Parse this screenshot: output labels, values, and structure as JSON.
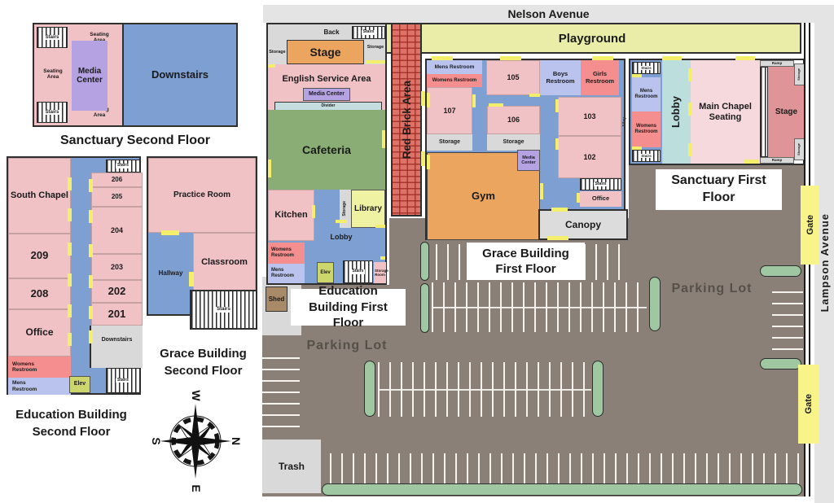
{
  "streets": {
    "nelson": "Nelson Avenue",
    "lampson": "Lampson Avenue"
  },
  "playground": {
    "label": "Playground"
  },
  "gates": {
    "north": "Gate",
    "south": "Gate"
  },
  "parking": {
    "label_west": "Parking Lot",
    "label_east": "Parking Lot",
    "trash": "Trash",
    "shed": "Shed"
  },
  "alley": {
    "label": "Alley"
  },
  "red_brick": {
    "label": "Red Brick Area"
  },
  "compass": {
    "west": "W",
    "north": "N",
    "south": "S",
    "east": "E"
  },
  "sanctuary_second": {
    "title": "Sanctuary Second Floor",
    "stairs_top": "Stairs",
    "stairs_bottom": "Stairs",
    "seating_top": "Seating Area",
    "seating_left": "Seating Area",
    "seating_bottom": "Seating Area",
    "media_center": "Media Center",
    "downstairs": "Downstairs"
  },
  "education_second": {
    "title": "Education Building Second Floor",
    "south_chapel": "South Chapel",
    "room_209": "209",
    "room_208": "208",
    "office": "Office",
    "womens_restroom": "Womens Restroom",
    "mens_restroom": "Mens Restroom",
    "elev": "Elev",
    "stairs_top": "Stairs",
    "room_206": "206",
    "room_205": "205",
    "room_204": "204",
    "room_203": "203",
    "room_202": "202",
    "room_201": "201",
    "downstairs": "Downstairs",
    "stairs_bottom": "Stairs"
  },
  "grace_second": {
    "title": "Grace Building Second Floor",
    "practice_room": "Practice Room",
    "hallway": "Hallway",
    "classroom": "Classroom",
    "stairs": "Stairs"
  },
  "education_first": {
    "title": "Education Building First Floor",
    "back": "Back",
    "stairs_top": "Stairs",
    "storage_left": "Storage",
    "storage_right": "Storage",
    "stage": "Stage",
    "english_service_area": "English Service Area",
    "media_center": "Media Center",
    "divider": "Divider",
    "cafeteria": "Cafeteria",
    "kitchen": "Kitchen",
    "storage_middle": "Storage",
    "library": "Library",
    "lobby": "Lobby",
    "womens_restroom": "Womens Restroom",
    "mens_restroom": "Mens Restroom",
    "elev": "Elev",
    "stairs_bottom": "Stairs",
    "storage_room": "Storage Room"
  },
  "grace_first": {
    "title": "Grace Building First Floor",
    "mens_restroom": "Mens Restroom",
    "womens_restroom": "Womens Restroom",
    "room_105": "105",
    "boys_restroom": "Boys Restroom",
    "girls_restroom": "Girls Restroom",
    "room_107": "107",
    "room_106": "106",
    "storage_left": "Storage",
    "storage_middle": "Storage",
    "room_103": "103",
    "room_102": "102",
    "media_center": "Media Center",
    "gym": "Gym",
    "stairs": "Stairs",
    "office": "Office",
    "canopy": "Canopy"
  },
  "sanctuary_first": {
    "title": "Sanctuary First Floor",
    "stairs_top": "Stairs",
    "stairs_bottom": "Stairs",
    "mens_restroom": "Mens Restroom",
    "womens_restroom": "Womens Restroom",
    "lobby": "Lobby",
    "main_chapel_seating": "Main Chapel Seating",
    "stage": "Stage",
    "ramp_top": "Ramp",
    "ramp_bottom": "Ramp",
    "storage_top": "Storage",
    "storage_bottom": "Storage"
  },
  "colors": {
    "room_pink": "#f0c1c5",
    "chapel_pink": "#f5d9dc",
    "stage_pink": "#df9598",
    "restroom_red": "#f58e8e",
    "restroom_lavender": "#b9c3ed",
    "hall_blue": "#7e9fd1",
    "media_purple": "#b5a2e3",
    "lobby_teal": "#bcdedd",
    "cafeteria_green": "#8aad76",
    "gym_orange": "#eba55f",
    "library_yellow": "#eff2a3",
    "playground_yellow": "#e9eda8",
    "gate_yellow": "#f8f48a",
    "door_yellow": "#f3ef6d",
    "elev_green": "#ccd66d",
    "shed_brown": "#a98a68",
    "storage_gray": "#d9d9d9",
    "road_gray": "#e4e4e4",
    "parking_gray": "#8b8077",
    "island_green": "#9ec7a2",
    "brick_red": "#dd7268"
  }
}
